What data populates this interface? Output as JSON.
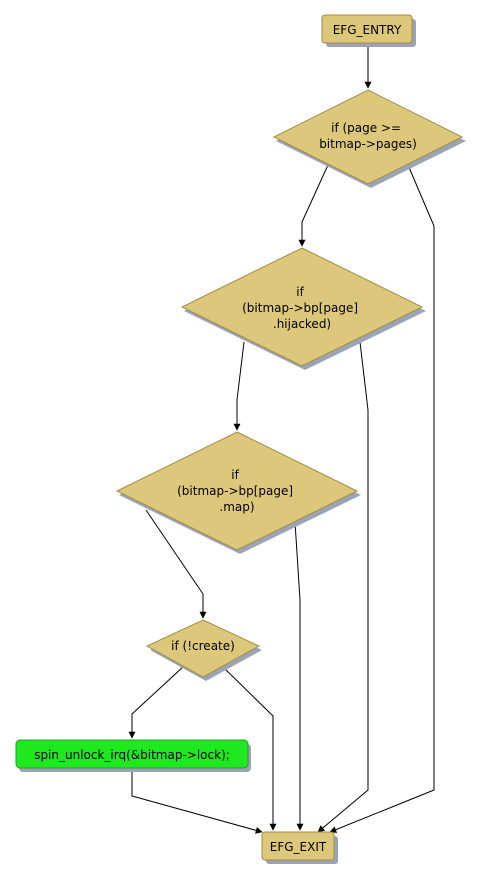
{
  "colors": {
    "decision_fill": "#dcc77a",
    "decision_stroke": "#a08e48",
    "shadow": "#9aa4b4",
    "action_fill": "#1ee81e",
    "action_stroke": "#2d9c2d",
    "edge": "#000000"
  },
  "nodes": {
    "entry": {
      "label": "EFG_ENTRY"
    },
    "cond_pages": {
      "lines": [
        "if (page >=",
        "bitmap->pages)"
      ]
    },
    "cond_hijacked": {
      "lines": [
        "if",
        "(bitmap->bp[page]",
        ".hijacked)"
      ]
    },
    "cond_map": {
      "lines": [
        "if",
        "(bitmap->bp[page]",
        ".map)"
      ]
    },
    "cond_create": {
      "lines": [
        "if (!create)"
      ]
    },
    "unlock": {
      "label": "spin_unlock_irq(&bitmap->lock);"
    },
    "exit": {
      "label": "EFG_EXIT"
    }
  }
}
